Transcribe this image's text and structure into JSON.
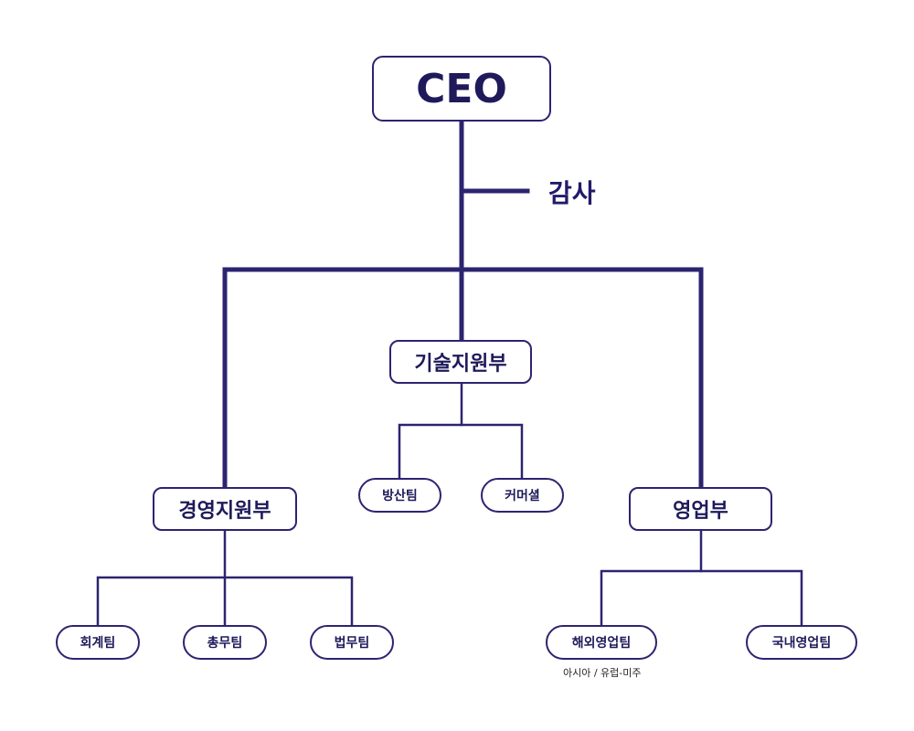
{
  "colors": {
    "line": "#2c2470",
    "text": "#1f1a5a"
  },
  "ceo": {
    "label": "CEO"
  },
  "audit": {
    "label": "감사"
  },
  "departments": [
    {
      "label": "경영지원부"
    },
    {
      "label": "기술지원부"
    },
    {
      "label": "영업부"
    }
  ],
  "teams": {
    "management": [
      {
        "label": "회계팀"
      },
      {
        "label": "총무팀"
      },
      {
        "label": "법무팀"
      }
    ],
    "tech": [
      {
        "label": "방산팀"
      },
      {
        "label": "커머셜"
      }
    ],
    "sales": [
      {
        "label": "해외영업팀",
        "note": "아시아 / 유럽-미주"
      },
      {
        "label": "국내영업팀"
      }
    ]
  }
}
